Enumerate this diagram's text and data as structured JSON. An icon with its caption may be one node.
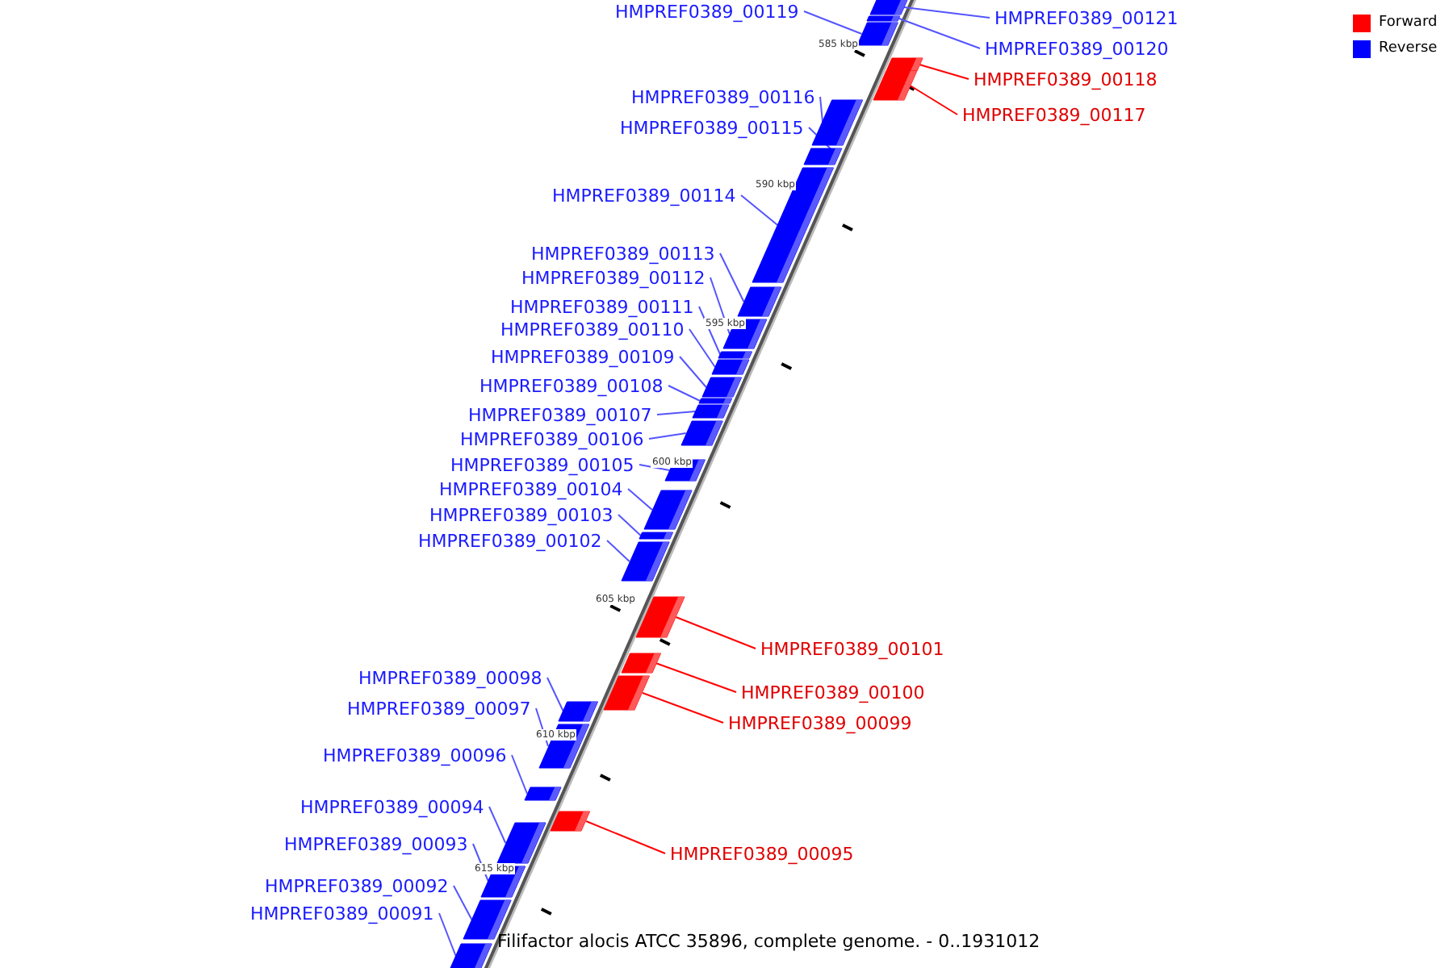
{
  "diagram": {
    "caption": "Filifactor alocis ATCC 35896, complete genome. - 0..1931012",
    "nodes": [
      {
        "text": [
          "HMPREF0389_00119"
        ]
      },
      {
        "text": [],
        "shape": "box"
      },
      {
        "text": [
          "HMPREF0389_00121"
        ]
      },
      {
        "text": [],
        "shape": "box"
      },
      {
        "text": [
          "HMPREF0389_00120"
        ]
      },
      {
        "text": [],
        "shape": "box"
      },
      {
        "text": [
          "HMPREF0389_00118"
        ]
      },
      {
        "text": [],
        "shape": "box"
      },
      {
        "text": [
          "HMPREF0389_00116"
        ]
      },
      {
        "text": [],
        "shape": "box"
      },
      {
        "text": [
          "HMPREF0389_00117"
        ]
      },
      {
        "text": [],
        "shape": "box"
      },
      {
        "text": [
          "HMPREF0389_00115"
        ]
      },
      {
        "text": [],
        "shape": "box"
      },
      {
        "text": [
          "HMPREF0389_00114"
        ]
      },
      {
        "text": [],
        "shape": "box"
      },
      {
        "text": [
          "HMPREF0389_00113"
        ]
      },
      {
        "text": [],
        "shape": "box"
      },
      {
        "text": [
          "HMPREF0389_00112"
        ]
      },
      {
        "text": [],
        "shape": "box"
      },
      {
        "text": [
          "HMPREF0389_00111"
        ]
      },
      {
        "text": [],
        "shape": "box"
      },
      {
        "text": [
          "HMPREF0389_00110"
        ]
      },
      {
        "text": [],
        "shape": "box"
      },
      {
        "text": [
          "HMPREF0389_00109"
        ]
      },
      {
        "text": [],
        "shape": "box"
      },
      {
        "text": [
          "HMPREF0389_00108"
        ]
      },
      {
        "text": [],
        "shape": "box"
      },
      {
        "text": [
          "HMPREF0389_00107"
        ]
      },
      {
        "text": [],
        "shape": "box"
      },
      {
        "text": [
          "HMPREF0389_00106"
        ]
      },
      {
        "text": [],
        "shape": "box"
      },
      {
        "text": [
          "HMPREF0389_00105"
        ]
      },
      {
        "text": [],
        "shape": "box"
      },
      {
        "text": [
          "HMPREF0389_00104"
        ]
      },
      {
        "text": [],
        "shape": "box"
      },
      {
        "text": [
          "HMPREF0389_00103"
        ]
      },
      {
        "text": [],
        "shape": "box"
      },
      {
        "text": [
          "HMPREF0389_00102"
        ]
      },
      {
        "text": [],
        "shape": "box"
      },
      {
        "text": [
          "HMPREF0389_00101"
        ]
      },
      {
        "text": [],
        "shape": "box"
      },
      {
        "text": [
          "HMPREF0389_00098"
        ]
      },
      {
        "text": [],
        "shape": "box"
      },
      {
        "text": [
          "HMPREF0389_00100"
        ]
      },
      {
        "text": [],
        "shape": "box"
      },
      {
        "text": [
          "HMPREF0389_00097"
        ]
      },
      {
        "text": [],
        "shape": "box"
      },
      {
        "text": [
          "HMPREF0389_00099"
        ]
      },
      {
        "text": [],
        "shape": "box"
      },
      {
        "text": [
          "HMPREF0389_00096"
        ]
      },
      {
        "text": [],
        "shape": "box"
      },
      {
        "text": [
          "HMPREF0389_00094"
        ]
      },
      {
        "text": [],
        "shape": "box"
      },
      {
        "text": [
          "HMPREF0389_00093"
        ]
      },
      {
        "text": [],
        "shape": "box"
      },
      {
        "text": [
          "HMPREF0389_00095"
        ]
      },
      {
        "text": [],
        "shape": "box"
      },
      {
        "text": [
          "HMPREF0389_00092"
        ]
      },
      {
        "text": [],
        "shape": "box"
      },
      {
        "text": [
          "HMPREF0389_00091"
        ]
      },
      {
        "text": [],
        "shape": "box"
      }
    ],
    "edges": [
      {
        "from": 0,
        "to": 1,
        "arrow": "none"
      },
      {
        "from": 2,
        "to": 3,
        "arrow": "none"
      },
      {
        "from": 4,
        "to": 5,
        "arrow": "none"
      },
      {
        "from": 6,
        "to": 7,
        "arrow": "none",
        "color": "#ff0000"
      },
      {
        "from": 8,
        "to": 9,
        "arrow": "none"
      },
      {
        "from": 10,
        "to": 11,
        "arrow": "none",
        "color": "#ff0000"
      },
      {
        "from": 12,
        "to": 13,
        "arrow": "none"
      },
      {
        "from": 14,
        "to": 15,
        "arrow": "none"
      },
      {
        "from": 16,
        "to": 17,
        "arrow": "none"
      },
      {
        "from": 18,
        "to": 19,
        "arrow": "none"
      },
      {
        "from": 20,
        "to": 21,
        "arrow": "none"
      },
      {
        "from": 22,
        "to": 23,
        "arrow": "none"
      },
      {
        "from": 24,
        "to": 25,
        "arrow": "none"
      },
      {
        "from": 26,
        "to": 27,
        "arrow": "none"
      },
      {
        "from": 28,
        "to": 29,
        "arrow": "none"
      },
      {
        "from": 30,
        "to": 31,
        "arrow": "none"
      },
      {
        "from": 32,
        "to": 33,
        "arrow": "none"
      },
      {
        "from": 34,
        "to": 35,
        "arrow": "none"
      },
      {
        "from": 36,
        "to": 37,
        "arrow": "none"
      },
      {
        "from": 38,
        "to": 39,
        "arrow": "none"
      },
      {
        "from": 40,
        "to": 41,
        "arrow": "none",
        "color": "#ff0000"
      },
      {
        "from": 42,
        "to": 43,
        "arrow": "none"
      },
      {
        "from": 44,
        "to": 45,
        "arrow": "none",
        "color": "#ff0000"
      },
      {
        "from": 46,
        "to": 47,
        "arrow": "none"
      },
      {
        "from": 48,
        "to": 49,
        "arrow": "none",
        "color": "#ff0000"
      },
      {
        "from": 50,
        "to": 51,
        "arrow": "none"
      },
      {
        "from": 52,
        "to": 53,
        "arrow": "none"
      },
      {
        "from": 54,
        "to": 55,
        "arrow": "none"
      },
      {
        "from": 56,
        "to": 57,
        "arrow": "none",
        "color": "#ff0000"
      },
      {
        "from": 58,
        "to": 59,
        "arrow": "none"
      },
      {
        "from": 60,
        "to": 61,
        "arrow": "none"
      }
    ],
    "labels": [
      "585 kbp",
      "590 kbp",
      "595 kbp",
      "600 kbp",
      "605 kbp",
      "610 kbp",
      "615 kbp"
    ],
    "legend": [
      {
        "text": "Forward",
        "color": "#ff0000"
      },
      {
        "text": "Reverse",
        "color": "#0000ff"
      }
    ]
  }
}
